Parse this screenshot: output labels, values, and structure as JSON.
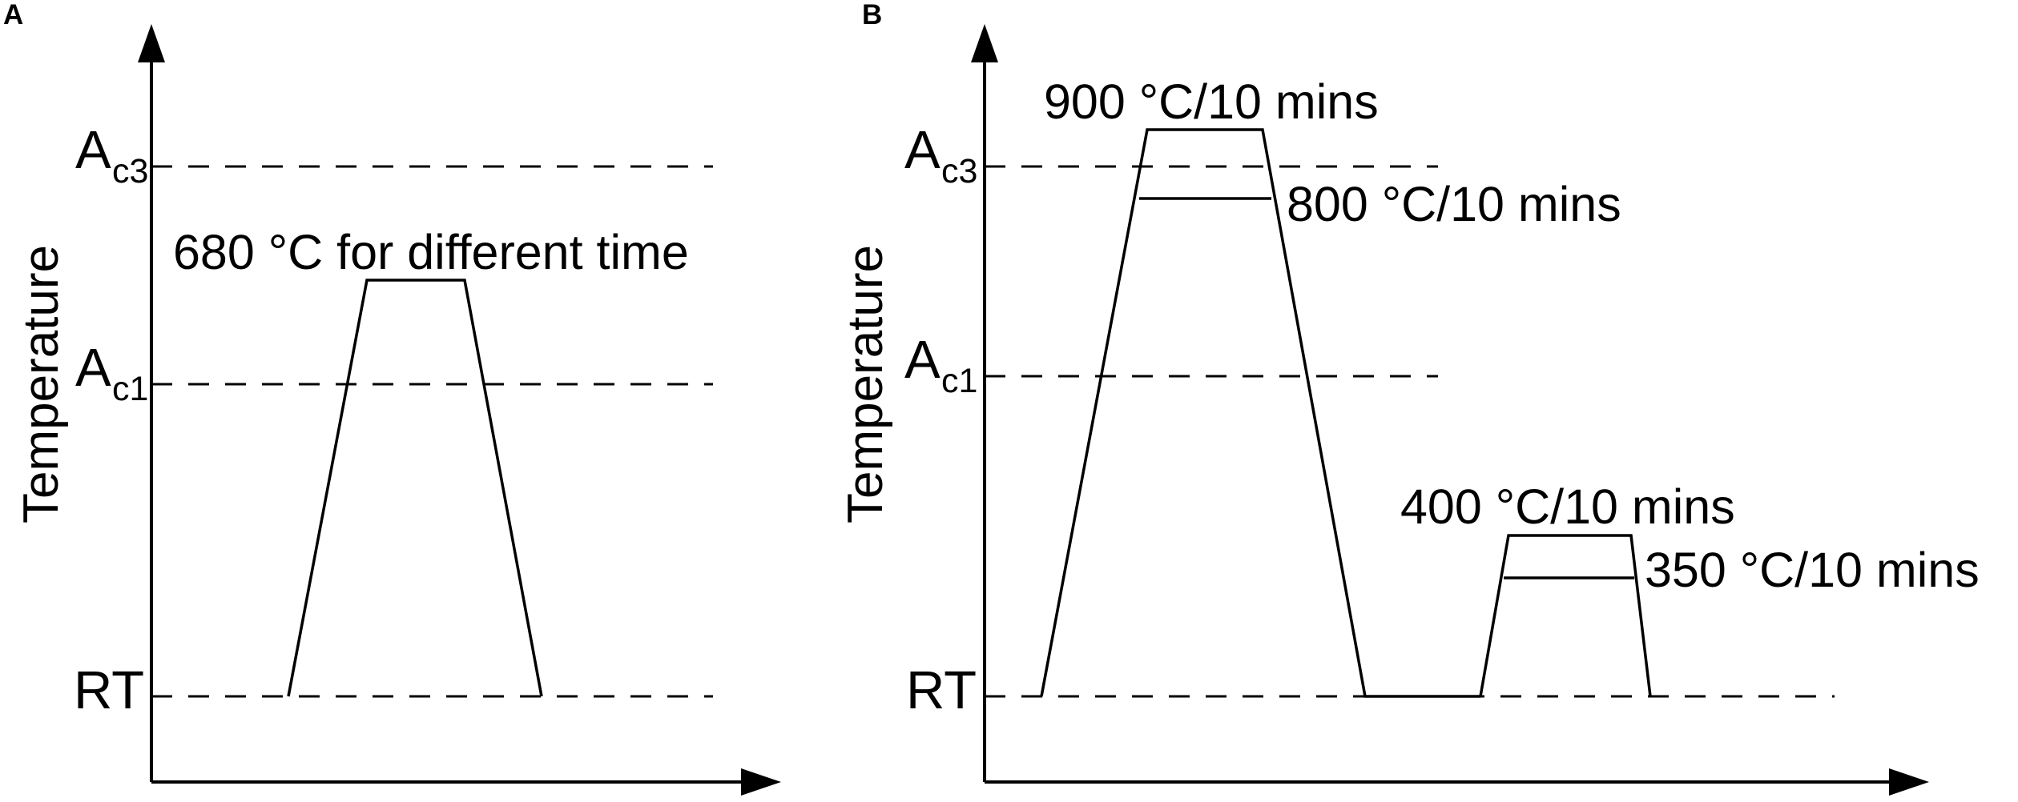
{
  "panels": {
    "a": {
      "letter": "A",
      "y_axis_label": "Temperature",
      "levels": {
        "ac3": {
          "main": "A",
          "sub": "c3"
        },
        "ac1": {
          "main": "A",
          "sub": "c1"
        },
        "rt": "RT"
      },
      "annotations": {
        "hold": "680 °C for different time"
      }
    },
    "b": {
      "letter": "B",
      "y_axis_label": "Temperature",
      "levels": {
        "ac3": {
          "main": "A",
          "sub": "c3"
        },
        "ac1": {
          "main": "A",
          "sub": "c1"
        },
        "rt": "RT"
      },
      "annotations": {
        "hold_900": "900 °C/10 mins",
        "hold_800": "800 °C/10 mins",
        "hold_400": "400 °C/10 mins",
        "hold_350": "350 °C/10 mins"
      }
    }
  }
}
